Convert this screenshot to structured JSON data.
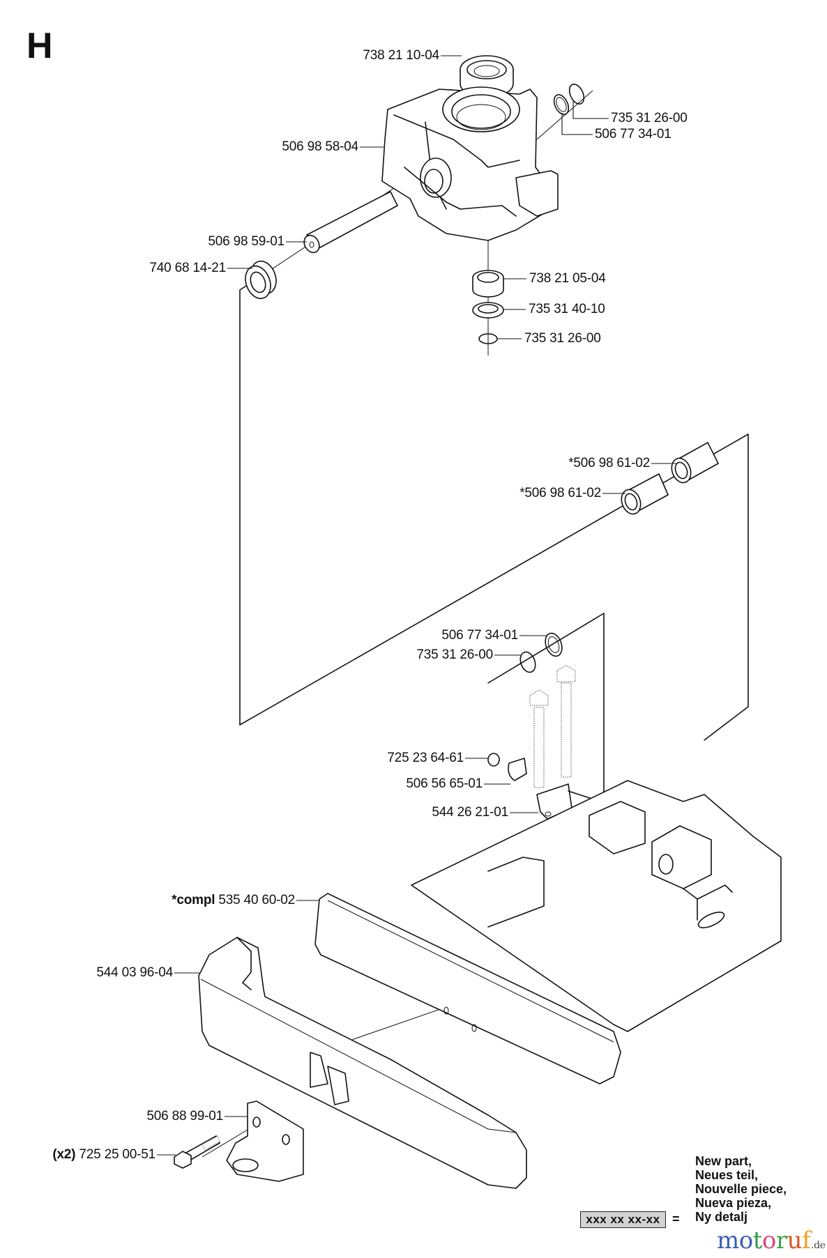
{
  "section_letter": "H",
  "parts": [
    {
      "id": "bearing-top",
      "number": "738 21 10-04",
      "prefix": "",
      "note": ""
    },
    {
      "id": "steering-housing",
      "number": "506 98 58-04",
      "prefix": "",
      "note": ""
    },
    {
      "id": "circlip-top-right",
      "number": "735 31 26-00",
      "prefix": "",
      "note": ""
    },
    {
      "id": "washer-top-right",
      "number": "506 77 34-01",
      "prefix": "",
      "note": ""
    },
    {
      "id": "pivot-pin",
      "number": "506 98 59-01",
      "prefix": "",
      "note": ""
    },
    {
      "id": "bushing-left",
      "number": "740 68 14-21",
      "prefix": "",
      "note": ""
    },
    {
      "id": "bearing-bottom",
      "number": "738 21 05-04",
      "prefix": "",
      "note": ""
    },
    {
      "id": "circlip-bottom",
      "number": "735 31 40-10",
      "prefix": "",
      "note": ""
    },
    {
      "id": "lockring-bottom",
      "number": "735 31 26-00",
      "prefix": "",
      "note": ""
    },
    {
      "id": "spacer-sleeve-1",
      "number": "506 98 61-02",
      "prefix": "*",
      "note": ""
    },
    {
      "id": "spacer-sleeve-2",
      "number": "506 98 61-02",
      "prefix": "*",
      "note": ""
    },
    {
      "id": "washer-mid",
      "number": "506 77 34-01",
      "prefix": "",
      "note": ""
    },
    {
      "id": "circlip-mid",
      "number": "735 31 26-00",
      "prefix": "",
      "note": ""
    },
    {
      "id": "screw",
      "number": "725 23 64-61",
      "prefix": "",
      "note": ""
    },
    {
      "id": "clip-bracket",
      "number": "506 56 65-01",
      "prefix": "",
      "note": ""
    },
    {
      "id": "bracket",
      "number": "544 26 21-01",
      "prefix": "",
      "note": ""
    },
    {
      "id": "front-frame-compl",
      "number": "535 40 60-02",
      "prefix": "*compl",
      "note": ""
    },
    {
      "id": "bumper",
      "number": "544 03 96-04",
      "prefix": "",
      "note": ""
    },
    {
      "id": "tow-bracket",
      "number": "506 88 99-01",
      "prefix": "",
      "note": ""
    },
    {
      "id": "bolt",
      "number": "725 25 00-51",
      "prefix": "(x2)",
      "note": ""
    }
  ],
  "legend": {
    "box_text": "xxx xx xx-xx",
    "equals": "=",
    "lines": [
      "New part,",
      "Neues teil,",
      "Nouvelle piece,",
      "Nueva pieza,",
      "Ny detalj"
    ]
  },
  "watermark": {
    "letters": [
      {
        "ch": "m",
        "color": "#3a5fb0"
      },
      {
        "ch": "o",
        "color": "#3a5fb0"
      },
      {
        "ch": "t",
        "color": "#2f9a43"
      },
      {
        "ch": "o",
        "color": "#e0457a"
      },
      {
        "ch": "r",
        "color": "#3aa548"
      },
      {
        "ch": "u",
        "color": "#e0522a"
      },
      {
        "ch": "f",
        "color": "#f0a020"
      }
    ],
    "tld": ".de"
  }
}
